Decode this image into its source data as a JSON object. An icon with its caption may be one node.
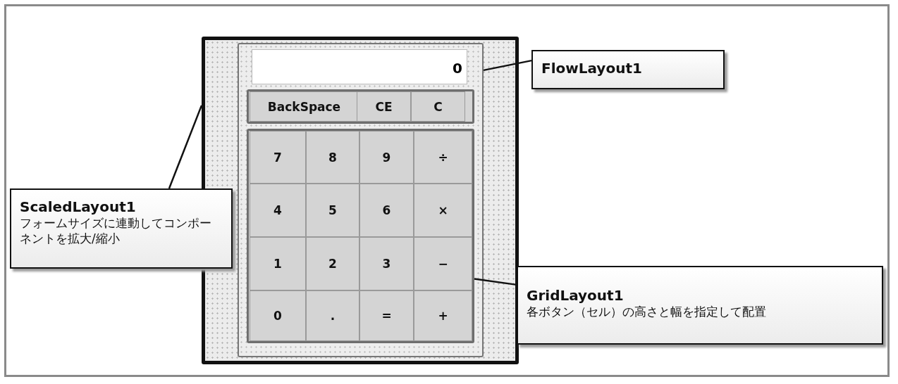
{
  "diagram": {
    "nodes": [
      {
        "text": [],
        "shape": "box"
      },
      {
        "text": [],
        "shape": "box",
        "in": 0
      },
      {
        "text": [
          "0"
        ],
        "in": 1
      },
      {
        "text": [],
        "shape": "box",
        "in": 1
      },
      {
        "text": [
          "BackSpace"
        ],
        "in": 3
      },
      {
        "text": [
          "CE"
        ],
        "in": 3
      },
      {
        "text": [
          "C"
        ],
        "in": 3
      },
      {
        "text": [],
        "shape": "box",
        "in": 1
      },
      {
        "text": [
          "7"
        ],
        "in": 7
      },
      {
        "text": [
          "8"
        ],
        "in": 7
      },
      {
        "text": [
          "9"
        ],
        "in": 7
      },
      {
        "text": [
          "÷"
        ],
        "in": 7
      },
      {
        "text": [
          "4"
        ],
        "in": 7
      },
      {
        "text": [
          "5"
        ],
        "in": 7
      },
      {
        "text": [
          "6"
        ],
        "in": 7
      },
      {
        "text": [
          "×"
        ],
        "in": 7
      },
      {
        "text": [
          "1"
        ],
        "in": 7
      },
      {
        "text": [
          "2"
        ],
        "in": 7
      },
      {
        "text": [
          "3"
        ],
        "in": 7
      },
      {
        "text": [
          "−"
        ],
        "in": 7
      },
      {
        "text": [
          "0"
        ],
        "in": 7
      },
      {
        "text": [
          "."
        ],
        "in": 7
      },
      {
        "text": [
          "="
        ],
        "in": 7
      },
      {
        "text": [
          "+"
        ],
        "in": 7
      },
      {
        "text": [
          "ScaledLayout1",
          "フォームサイズに連動してコンポーネントを拡大/縮小"
        ]
      },
      {
        "text": [
          "FlowLayout1"
        ]
      },
      {
        "text": [
          "GridLayout1",
          "各ボタン（セル）の高さと幅を指定して配置"
        ]
      }
    ],
    "edges": [
      {
        "from": 24,
        "to": 0,
        "arrow": "none"
      },
      {
        "from": 25,
        "to": 1,
        "arrow": "none"
      },
      {
        "from": 26,
        "to": 7,
        "arrow": "none"
      }
    ]
  }
}
